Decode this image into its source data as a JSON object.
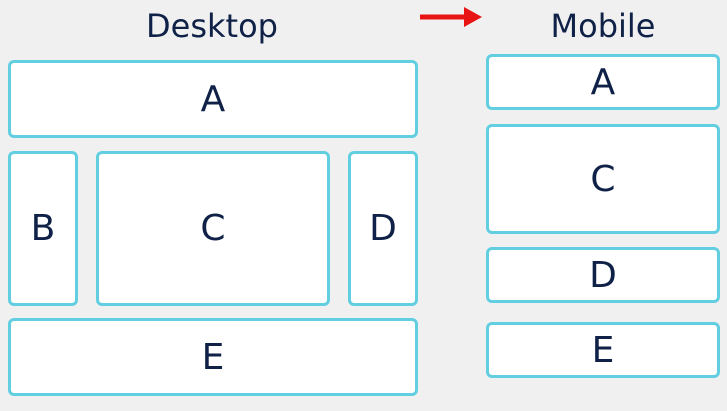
{
  "desktop": {
    "title": "Desktop",
    "blocks": {
      "a": "A",
      "b": "B",
      "c": "C",
      "d": "D",
      "e": "E"
    }
  },
  "mobile": {
    "title": "Mobile",
    "blocks": {
      "a": "A",
      "c": "C",
      "d": "D",
      "e": "E"
    }
  },
  "colors": {
    "background": "#f0f0f0",
    "box_border": "#62cfe0",
    "box_fill": "#ffffff",
    "text": "#0f2147",
    "arrow": "#e81414"
  },
  "icons": {
    "transition": "right-arrow-icon"
  }
}
